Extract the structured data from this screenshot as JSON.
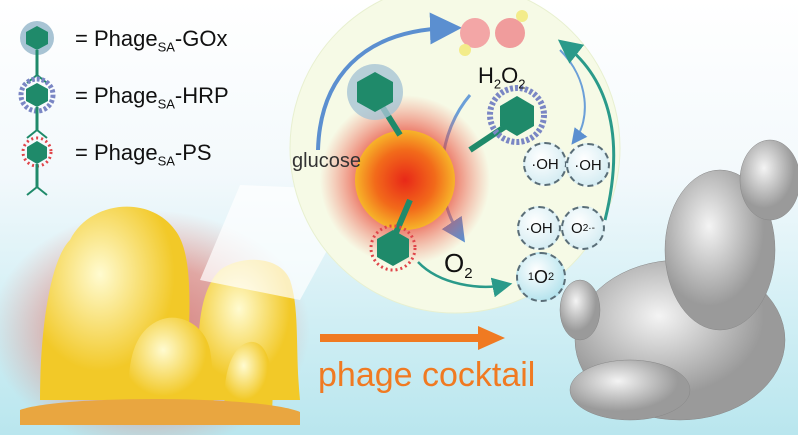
{
  "legend": [
    {
      "prefix": "= Phage",
      "sub": "SA",
      "suffix": "-GOx",
      "icon": "phage-gox-icon",
      "decor": "#8fb3c8"
    },
    {
      "prefix": "= Phage",
      "sub": "SA",
      "suffix": "-HRP",
      "icon": "phage-hrp-icon",
      "decor": "#7a86c4"
    },
    {
      "prefix": "= Phage",
      "sub": "SA",
      "suffix": "-PS",
      "icon": "phage-ps-icon",
      "decor": "#e0454a"
    }
  ],
  "cycle": {
    "glucose": "glucose",
    "h2o2": {
      "a": "H",
      "s1": "2",
      "b": "O",
      "s2": "2"
    },
    "o2": {
      "a": "O",
      "s": "2"
    },
    "radicals": [
      "·OH",
      "·OH",
      "·OH"
    ],
    "superoxide": {
      "a": "O",
      "s": "2",
      "sup": "·-"
    },
    "singlet": {
      "sup": "1",
      "a": "O",
      "s": "2"
    }
  },
  "arrow_label": "phage cocktail",
  "colors": {
    "arrow": "#f07a22",
    "phage": "#1f8a6a",
    "biofilm": "#f4d23a",
    "glow": "#e8302a"
  }
}
